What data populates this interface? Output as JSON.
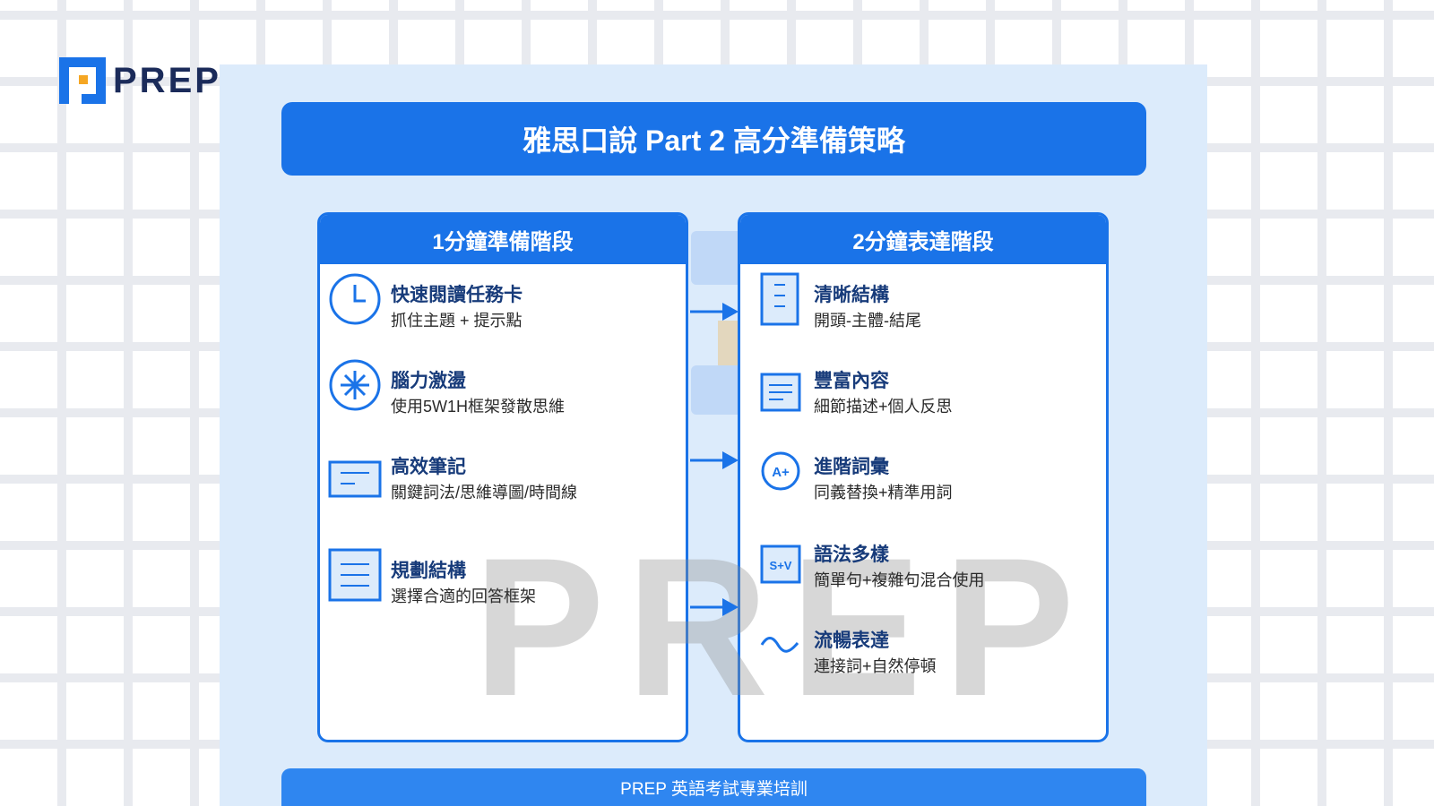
{
  "brand": {
    "logo_text": "PREP",
    "watermark": "PREP"
  },
  "title": "雅思口說 Part 2 高分準備策略",
  "left_card": {
    "heading": "1分鐘準備階段",
    "items": [
      {
        "icon": "clock-icon",
        "title": "快速閱讀任務卡",
        "desc": "抓住主題 + 提示點"
      },
      {
        "icon": "brainstorm-icon",
        "title": "腦力激盪",
        "desc": "使用5W1H框架發散思維"
      },
      {
        "icon": "notes-icon",
        "title": "高效筆記",
        "desc": "關鍵詞法/思維導圖/時間線"
      },
      {
        "icon": "structure-icon",
        "title": "規劃結構",
        "desc": "選擇合適的回答框架"
      }
    ]
  },
  "right_card": {
    "heading": "2分鐘表達階段",
    "items": [
      {
        "icon": "document-icon",
        "title": "清晰結構",
        "desc": "開頭-主體-結尾"
      },
      {
        "icon": "text-lines-icon",
        "title": "豐富內容",
        "desc": "細節描述+個人反思"
      },
      {
        "icon": "grade-icon",
        "icon_text": "A+",
        "title": "進階詞彙",
        "desc": "同義替換+精準用詞"
      },
      {
        "icon": "grammar-icon",
        "icon_text": "S+V",
        "title": "語法多樣",
        "desc": "簡單句+複雜句混合使用"
      },
      {
        "icon": "wave-icon",
        "title": "流暢表達",
        "desc": "連接詞+自然停頓"
      }
    ]
  },
  "footer": "PREP 英語考試專業培訓",
  "colors": {
    "primary": "#1a73e8",
    "panel": "#dcebfb",
    "navy": "#173b7a",
    "logo_accent": "#f5a623"
  }
}
